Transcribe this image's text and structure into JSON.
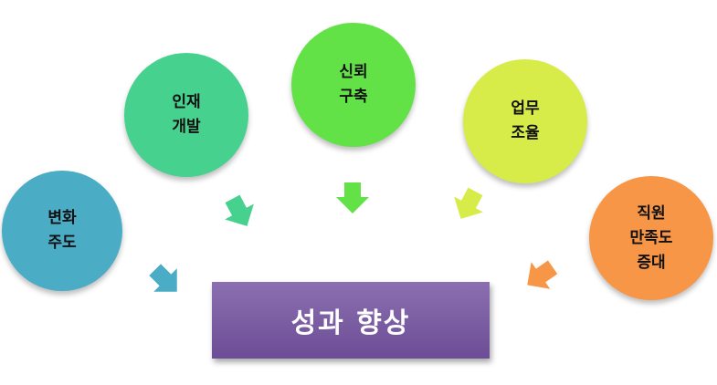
{
  "drivers": [
    {
      "lines": [
        "변화",
        "주도"
      ],
      "color": "#4bacc6",
      "arrow_color": "#4bacc6"
    },
    {
      "lines": [
        "인재",
        "개발"
      ],
      "color": "#47d18f",
      "arrow_color": "#47d18f"
    },
    {
      "lines": [
        "신뢰",
        "구축"
      ],
      "color": "#62e247",
      "arrow_color": "#62e247"
    },
    {
      "lines": [
        "업무",
        "조율"
      ],
      "color": "#d7ec48",
      "arrow_color": "#d7ec48"
    },
    {
      "lines": [
        "직원",
        "만족도",
        "증대"
      ],
      "color": "#f79646",
      "arrow_color": "#f79646"
    }
  ],
  "result": {
    "label": "성과 향상",
    "gradient_top": "#8c6fb0",
    "gradient_bottom": "#6c4d96"
  }
}
